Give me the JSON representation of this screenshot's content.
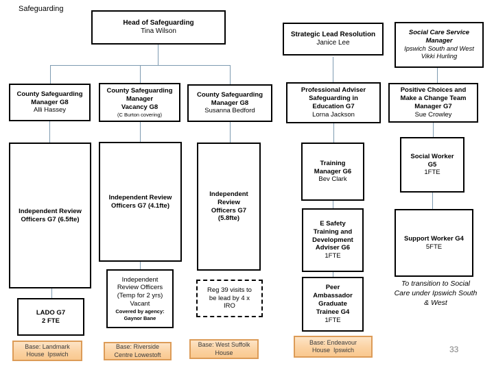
{
  "page": {
    "title": "Safeguarding",
    "page_number": "33"
  },
  "colors": {
    "connector": "#7d9ab0",
    "box_border": "#000000",
    "base_border": "#dc9b57",
    "base_fill": "#fbd2a2",
    "page_number_color": "#7f7f7f"
  },
  "nodes": {
    "head": {
      "title": "Head of Safeguarding",
      "name": "Tina Wilson"
    },
    "strategic": {
      "title": "Strategic Lead Resolution",
      "name": "Janice Lee"
    },
    "social_care": {
      "title": "Social Care Service\nManager",
      "name": "Ipswich South and West\nVikki Hurling"
    },
    "county1": {
      "title": "County Safeguarding\nManager G8",
      "name": "Alli Hassey"
    },
    "county2": {
      "title": "County Safeguarding\nManager\nVacancy G8",
      "note": "(C Burton covering)"
    },
    "county3": {
      "title": "County Safeguarding\nManager G8",
      "name": "Susanna Bedford"
    },
    "prof_adv": {
      "title": "Professional Adviser\nSafeguarding in\nEducation G7",
      "name": "Lorna Jackson"
    },
    "pos_choices": {
      "title": "Positive Choices and\nMake a Change Team\nManager G7",
      "name": "Sue Crowley"
    },
    "iro1": {
      "title": "Independent Review\nOfficers G7 (6.5fte)"
    },
    "iro2": {
      "title": "Independent Review\nOfficers G7 (4.1fte)"
    },
    "iro3": {
      "title": "Independent\nReview\nOfficers G7\n(5.8fte)"
    },
    "training": {
      "title": "Training\nManager G6",
      "name": "Bev Clark"
    },
    "social_worker": {
      "title": "Social Worker\nG5",
      "name": "1FTE"
    },
    "esafety": {
      "title": "E Safety\nTraining and\nDevelopment\nAdviser G6",
      "name": "1FTE"
    },
    "support_worker": {
      "title": "Support Worker G4",
      "name": "5FTE"
    },
    "lado": {
      "title": "LADO G7\n2 FTE"
    },
    "iro_temp": {
      "name": "Independent\nReview Officers\n(Temp for 2 yrs)\nVacant",
      "note": "Covered by agency:\nGaynor Bane"
    },
    "reg39": {
      "name": "Reg 39 visits to\nbe lead by 4 x\nIRO"
    },
    "peer": {
      "title": "Peer\nAmbassador\nGraduate\nTrainee G4",
      "name": "1FTE"
    }
  },
  "bases": {
    "landmark": {
      "label": "Base: Landmark\nHouse  Ipswich"
    },
    "riverside": {
      "label": "Base: Riverside\nCentre Lowestoft"
    },
    "west_suffolk": {
      "label": "Base: West Suffolk\nHouse"
    },
    "endeavour": {
      "label": "Base: Endeavour\nHouse  Ipswich"
    }
  },
  "annotations": {
    "transition_note": "To transition to Social\nCare under Ipswich South\n& West"
  }
}
